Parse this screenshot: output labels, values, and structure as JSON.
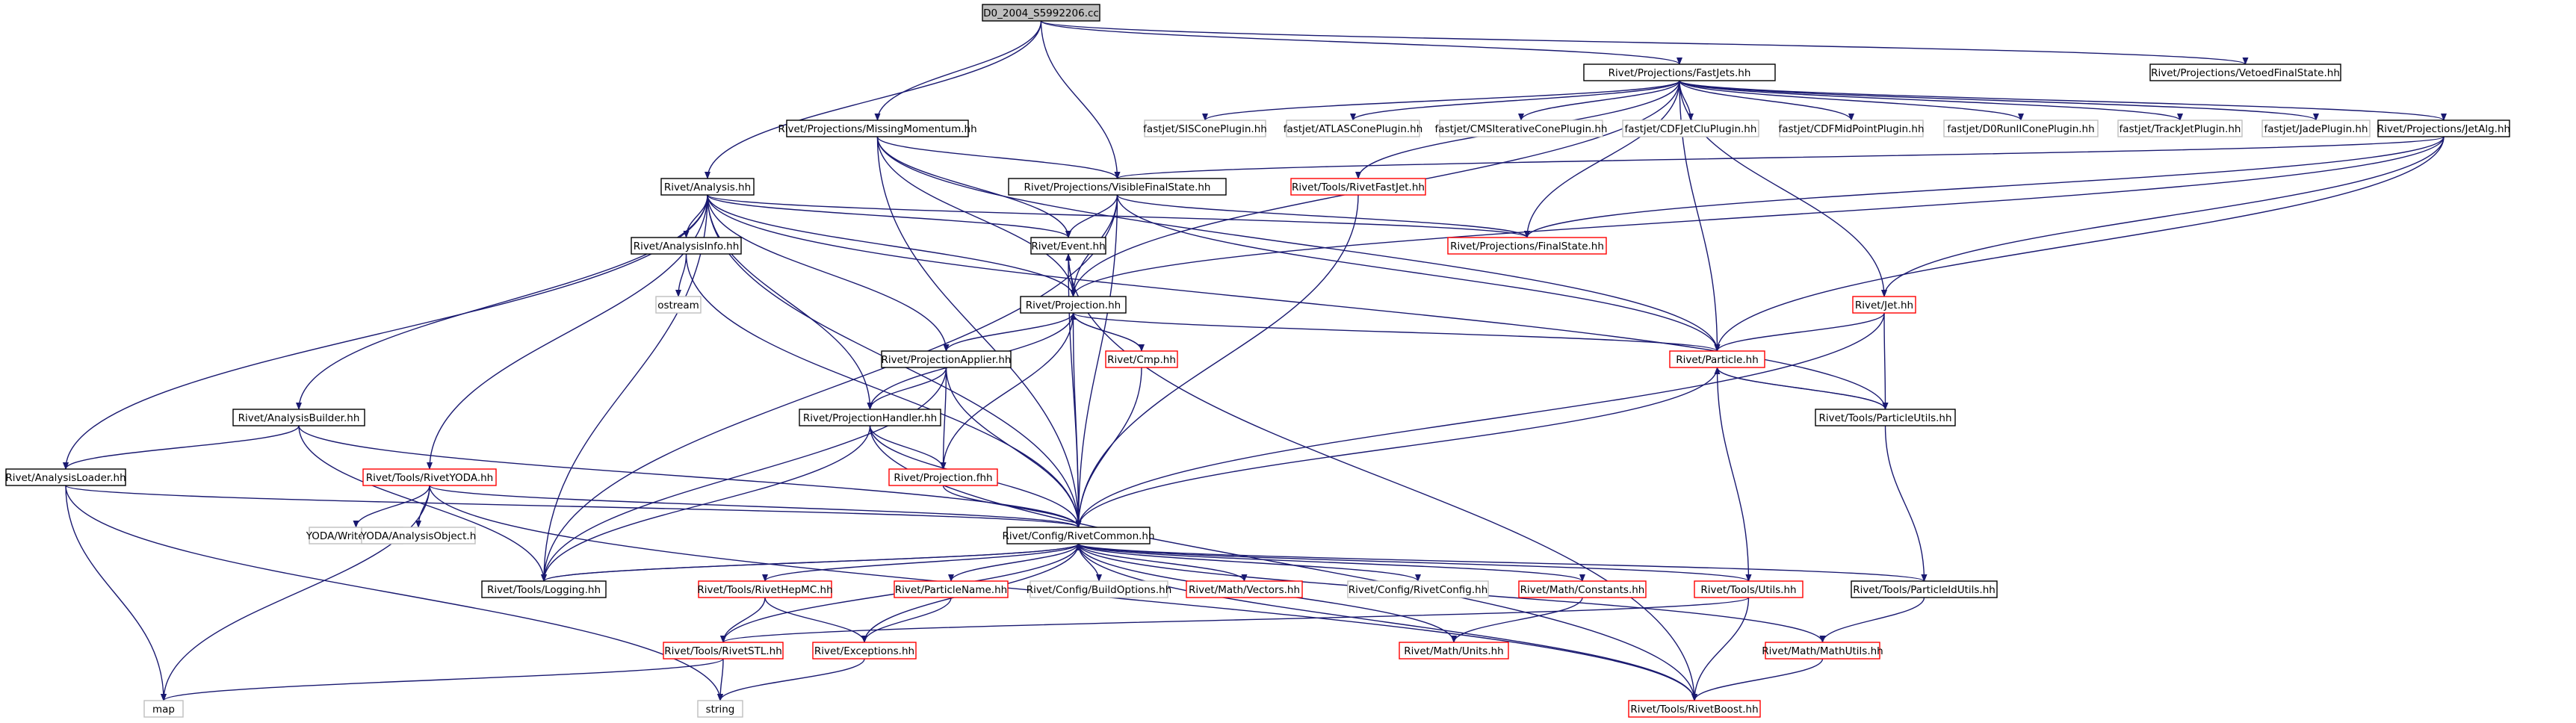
{
  "colors": {
    "edge": "#191970",
    "normal": "#000000",
    "red": "#ff0000",
    "gray": "#bfbfbf",
    "root_fill": "#bfbfbf",
    "text": "#000000"
  },
  "nodes": {
    "root": {
      "label": "D0_2004_S5992206.cc",
      "style": "root"
    },
    "fastjets": {
      "label": "Rivet/Projections/FastJets.hh",
      "style": "normal"
    },
    "vetoed": {
      "label": "Rivet/Projections/VetoedFinalState.hh",
      "style": "normal"
    },
    "missing": {
      "label": "Rivet/Projections/MissingMomentum.hh",
      "style": "normal"
    },
    "siscone": {
      "label": "fastjet/SISConePlugin.hh",
      "style": "gray"
    },
    "atlascone": {
      "label": "fastjet/ATLASConePlugin.hh",
      "style": "gray"
    },
    "cmscone": {
      "label": "fastjet/CMSIterativeConePlugin.hh",
      "style": "gray"
    },
    "cdfjetclu": {
      "label": "fastjet/CDFJetCluPlugin.hh",
      "style": "gray"
    },
    "cdfmid": {
      "label": "fastjet/CDFMidPointPlugin.hh",
      "style": "gray"
    },
    "d0run": {
      "label": "fastjet/D0RunIIConePlugin.hh",
      "style": "gray"
    },
    "trackjet": {
      "label": "fastjet/TrackJetPlugin.hh",
      "style": "gray"
    },
    "jade": {
      "label": "fastjet/JadePlugin.hh",
      "style": "gray"
    },
    "jetalg": {
      "label": "Rivet/Projections/JetAlg.hh",
      "style": "normal"
    },
    "analysis": {
      "label": "Rivet/Analysis.hh",
      "style": "normal"
    },
    "visible": {
      "label": "Rivet/Projections/VisibleFinalState.hh",
      "style": "normal"
    },
    "fastjet": {
      "label": "Rivet/Tools/RivetFastJet.hh",
      "style": "red"
    },
    "finalstate": {
      "label": "Rivet/Projections/FinalState.hh",
      "style": "red"
    },
    "event": {
      "label": "Rivet/Event.hh",
      "style": "normal"
    },
    "analysisinfo": {
      "label": "Rivet/AnalysisInfo.hh",
      "style": "normal"
    },
    "ostream": {
      "label": "ostream",
      "style": "gray"
    },
    "projection": {
      "label": "Rivet/Projection.hh",
      "style": "normal"
    },
    "jet": {
      "label": "Rivet/Jet.hh",
      "style": "red"
    },
    "particle": {
      "label": "Rivet/Particle.hh",
      "style": "red"
    },
    "projapplier": {
      "label": "Rivet/ProjectionApplier.hh",
      "style": "normal"
    },
    "cmp": {
      "label": "Rivet/Cmp.hh",
      "style": "red"
    },
    "particleutils": {
      "label": "Rivet/Tools/ParticleUtils.hh",
      "style": "normal"
    },
    "analysisbuilder": {
      "label": "Rivet/AnalysisBuilder.hh",
      "style": "normal"
    },
    "projhandler": {
      "label": "Rivet/ProjectionHandler.hh",
      "style": "normal"
    },
    "analysisloader": {
      "label": "Rivet/AnalysisLoader.hh",
      "style": "normal"
    },
    "rivetyoda": {
      "label": "Rivet/Tools/RivetYODA.hh",
      "style": "red"
    },
    "projfhh": {
      "label": "Rivet/Projection.fhh",
      "style": "red"
    },
    "writeryoda": {
      "label": "YODA/WriterYODA.h",
      "style": "gray"
    },
    "analysisobject": {
      "label": "YODA/AnalysisObject.h",
      "style": "gray"
    },
    "rivetcommon": {
      "label": "Rivet/Config/RivetCommon.hh",
      "style": "normal"
    },
    "logging": {
      "label": "Rivet/Tools/Logging.hh",
      "style": "normal"
    },
    "hepmc": {
      "label": "Rivet/Tools/RivetHepMC.hh",
      "style": "red"
    },
    "particlename": {
      "label": "Rivet/ParticleName.hh",
      "style": "red"
    },
    "buildoptions": {
      "label": "Rivet/Config/BuildOptions.hh",
      "style": "gray"
    },
    "vectors": {
      "label": "Rivet/Math/Vectors.hh",
      "style": "red"
    },
    "rivetconfig": {
      "label": "Rivet/Config/RivetConfig.hh",
      "style": "gray"
    },
    "constants": {
      "label": "Rivet/Math/Constants.hh",
      "style": "red"
    },
    "utils": {
      "label": "Rivet/Tools/Utils.hh",
      "style": "red"
    },
    "particleidutils": {
      "label": "Rivet/Tools/ParticleIdUtils.hh",
      "style": "normal"
    },
    "rivetstl": {
      "label": "Rivet/Tools/RivetSTL.hh",
      "style": "red"
    },
    "exceptions": {
      "label": "Rivet/Exceptions.hh",
      "style": "red"
    },
    "units": {
      "label": "Rivet/Math/Units.hh",
      "style": "red"
    },
    "mathutils": {
      "label": "Rivet/Math/MathUtils.hh",
      "style": "red"
    },
    "map": {
      "label": "map",
      "style": "gray"
    },
    "string": {
      "label": "string",
      "style": "gray"
    },
    "boost": {
      "label": "Rivet/Tools/RivetBoost.hh",
      "style": "red"
    }
  },
  "edges": [
    [
      "root",
      "fastjets"
    ],
    [
      "root",
      "vetoed"
    ],
    [
      "root",
      "missing"
    ],
    [
      "root",
      "analysis"
    ],
    [
      "root",
      "visible"
    ],
    [
      "fastjets",
      "siscone"
    ],
    [
      "fastjets",
      "atlascone"
    ],
    [
      "fastjets",
      "cmscone"
    ],
    [
      "fastjets",
      "cdfjetclu"
    ],
    [
      "fastjets",
      "cdfmid"
    ],
    [
      "fastjets",
      "d0run"
    ],
    [
      "fastjets",
      "trackjet"
    ],
    [
      "fastjets",
      "jade"
    ],
    [
      "fastjets",
      "jetalg"
    ],
    [
      "fastjets",
      "fastjet"
    ],
    [
      "fastjets",
      "finalstate"
    ],
    [
      "fastjets",
      "projection"
    ],
    [
      "fastjets",
      "jet"
    ],
    [
      "fastjets",
      "particle"
    ],
    [
      "missing",
      "visible"
    ],
    [
      "missing",
      "event"
    ],
    [
      "missing",
      "projection"
    ],
    [
      "missing",
      "particle"
    ],
    [
      "missing",
      "rivetcommon"
    ],
    [
      "jetalg",
      "visible"
    ],
    [
      "jetalg",
      "finalstate"
    ],
    [
      "jetalg",
      "jet"
    ],
    [
      "jetalg",
      "particle"
    ],
    [
      "jetalg",
      "projection"
    ],
    [
      "analysis",
      "analysisinfo"
    ],
    [
      "analysis",
      "event"
    ],
    [
      "analysis",
      "projection"
    ],
    [
      "analysis",
      "projapplier"
    ],
    [
      "analysis",
      "projhandler"
    ],
    [
      "analysis",
      "analysisbuilder"
    ],
    [
      "analysis",
      "analysisloader"
    ],
    [
      "analysis",
      "rivetyoda"
    ],
    [
      "analysis",
      "rivetcommon"
    ],
    [
      "analysis",
      "logging"
    ],
    [
      "analysis",
      "finalstate"
    ],
    [
      "analysis",
      "particleutils"
    ],
    [
      "visible",
      "finalstate"
    ],
    [
      "visible",
      "event"
    ],
    [
      "visible",
      "projection"
    ],
    [
      "visible",
      "particle"
    ],
    [
      "visible",
      "rivetcommon"
    ],
    [
      "visible",
      "logging"
    ],
    [
      "fastjet",
      "rivetcommon"
    ],
    [
      "event",
      "projection"
    ],
    [
      "event",
      "rivetcommon"
    ],
    [
      "event",
      "boost"
    ],
    [
      "analysisinfo",
      "ostream"
    ],
    [
      "analysisinfo",
      "rivetcommon"
    ],
    [
      "projection",
      "event"
    ],
    [
      "projection",
      "particle"
    ],
    [
      "projection",
      "projapplier"
    ],
    [
      "projection",
      "cmp"
    ],
    [
      "projection",
      "projfhh"
    ],
    [
      "projection",
      "rivetcommon"
    ],
    [
      "projection",
      "projhandler"
    ],
    [
      "jet",
      "particle"
    ],
    [
      "jet",
      "particleutils"
    ],
    [
      "jet",
      "rivetcommon"
    ],
    [
      "particle",
      "particleutils"
    ],
    [
      "particle",
      "rivetcommon"
    ],
    [
      "particle",
      "utils"
    ],
    [
      "projapplier",
      "projhandler"
    ],
    [
      "projapplier",
      "projfhh"
    ],
    [
      "projapplier",
      "rivetcommon"
    ],
    [
      "projapplier",
      "logging"
    ],
    [
      "cmp",
      "projection"
    ],
    [
      "cmp",
      "rivetcommon"
    ],
    [
      "particleutils",
      "particle"
    ],
    [
      "particleutils",
      "particleidutils"
    ],
    [
      "analysisbuilder",
      "analysisloader"
    ],
    [
      "analysisbuilder",
      "rivetcommon"
    ],
    [
      "analysisbuilder",
      "logging"
    ],
    [
      "projhandler",
      "projfhh"
    ],
    [
      "projhandler",
      "rivetcommon"
    ],
    [
      "projhandler",
      "logging"
    ],
    [
      "projhandler",
      "boost"
    ],
    [
      "analysisloader",
      "rivetcommon"
    ],
    [
      "analysisloader",
      "map"
    ],
    [
      "analysisloader",
      "string"
    ],
    [
      "rivetyoda",
      "writeryoda"
    ],
    [
      "rivetyoda",
      "analysisobject"
    ],
    [
      "rivetyoda",
      "rivetcommon"
    ],
    [
      "rivetyoda",
      "map"
    ],
    [
      "rivetyoda",
      "boost"
    ],
    [
      "projfhh",
      "rivetcommon"
    ],
    [
      "rivetcommon",
      "logging"
    ],
    [
      "rivetcommon",
      "hepmc"
    ],
    [
      "rivetcommon",
      "particlename"
    ],
    [
      "rivetcommon",
      "buildoptions"
    ],
    [
      "rivetcommon",
      "vectors"
    ],
    [
      "rivetcommon",
      "rivetconfig"
    ],
    [
      "rivetcommon",
      "constants"
    ],
    [
      "rivetcommon",
      "utils"
    ],
    [
      "rivetcommon",
      "particleidutils"
    ],
    [
      "rivetcommon",
      "rivetstl"
    ],
    [
      "rivetcommon",
      "exceptions"
    ],
    [
      "rivetcommon",
      "units"
    ],
    [
      "rivetcommon",
      "mathutils"
    ],
    [
      "rivetcommon",
      "boost"
    ],
    [
      "logging",
      "rivetcommon"
    ],
    [
      "hepmc",
      "rivetstl"
    ],
    [
      "hepmc",
      "exceptions"
    ],
    [
      "particlename",
      "exceptions"
    ],
    [
      "constants",
      "units"
    ],
    [
      "utils",
      "rivetstl"
    ],
    [
      "utils",
      "boost"
    ],
    [
      "particleidutils",
      "mathutils"
    ],
    [
      "rivetstl",
      "map"
    ],
    [
      "rivetstl",
      "string"
    ],
    [
      "exceptions",
      "string"
    ],
    [
      "mathutils",
      "boost"
    ]
  ]
}
